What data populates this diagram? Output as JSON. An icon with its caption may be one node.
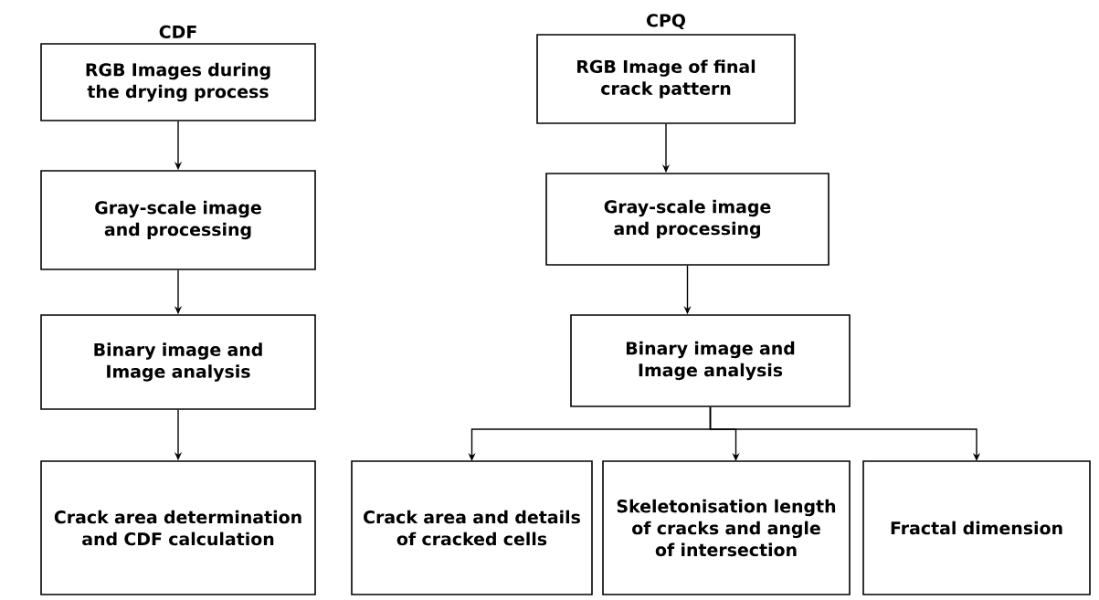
{
  "diagram": {
    "nodes": [
      {
        "text": [
          "CDF",
          "RGB Images during the drying process"
        ]
      },
      {
        "text": [
          "Gray-scale image and processing"
        ]
      },
      {
        "text": [
          "Binary image and Image analysis"
        ]
      },
      {
        "text": [
          "Crack area determination and CDF calculation"
        ]
      },
      {
        "text": [
          "CPQ",
          "RGB Image of final crack pattern"
        ]
      },
      {
        "text": [
          "Gray-scale image and processing"
        ]
      },
      {
        "text": [
          "Binary image and Image analysis"
        ]
      },
      {
        "text": [
          "Crack area and details of cracked cells"
        ]
      },
      {
        "text": [
          "Skeletonisation length of cracks and angle of intersection"
        ]
      },
      {
        "text": [
          "Fractal dimension"
        ]
      }
    ],
    "edges": [
      {
        "from": 0,
        "to": 1,
        "arrow": "to"
      },
      {
        "from": 1,
        "to": 2,
        "arrow": "to"
      },
      {
        "from": 2,
        "to": 3,
        "arrow": "to"
      },
      {
        "from": 4,
        "to": 5,
        "arrow": "to"
      },
      {
        "from": 5,
        "to": 6,
        "arrow": "to"
      },
      {
        "from": 6,
        "to": 7,
        "arrow": "to"
      },
      {
        "from": 6,
        "to": 8,
        "arrow": "to"
      },
      {
        "from": 6,
        "to": 9,
        "arrow": "to"
      }
    ]
  }
}
